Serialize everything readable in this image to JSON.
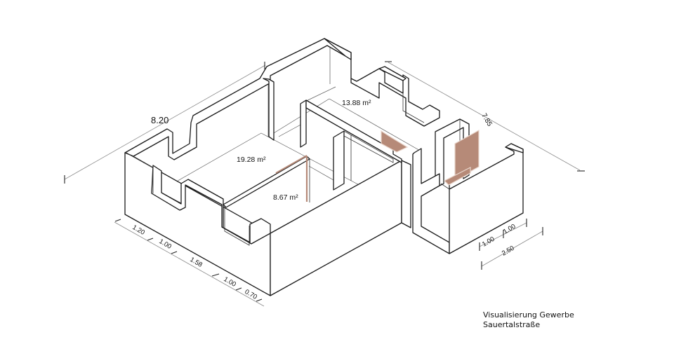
{
  "drawing": {
    "title": "Visualisierung Gewerbe",
    "subtitle": "Sauertalstraße",
    "rooms": [
      {
        "id": "room-large",
        "area": "19.28 m²"
      },
      {
        "id": "room-small",
        "area": "8.67 m²"
      },
      {
        "id": "room-rear",
        "area": "13.88 m²"
      }
    ],
    "dimensions": {
      "overall_length": "8.20",
      "overall_depth": "7.85",
      "front_segments": [
        "1.20",
        "1.00",
        "1.58",
        "1.00",
        "0.70"
      ],
      "right_segments": [
        "1.00",
        "1.00"
      ],
      "right_total": "2.50"
    },
    "colors": {
      "door": "#b68a78",
      "wall_stroke": "#1a1a1a",
      "dimension_line": "#8a8a8a"
    }
  }
}
